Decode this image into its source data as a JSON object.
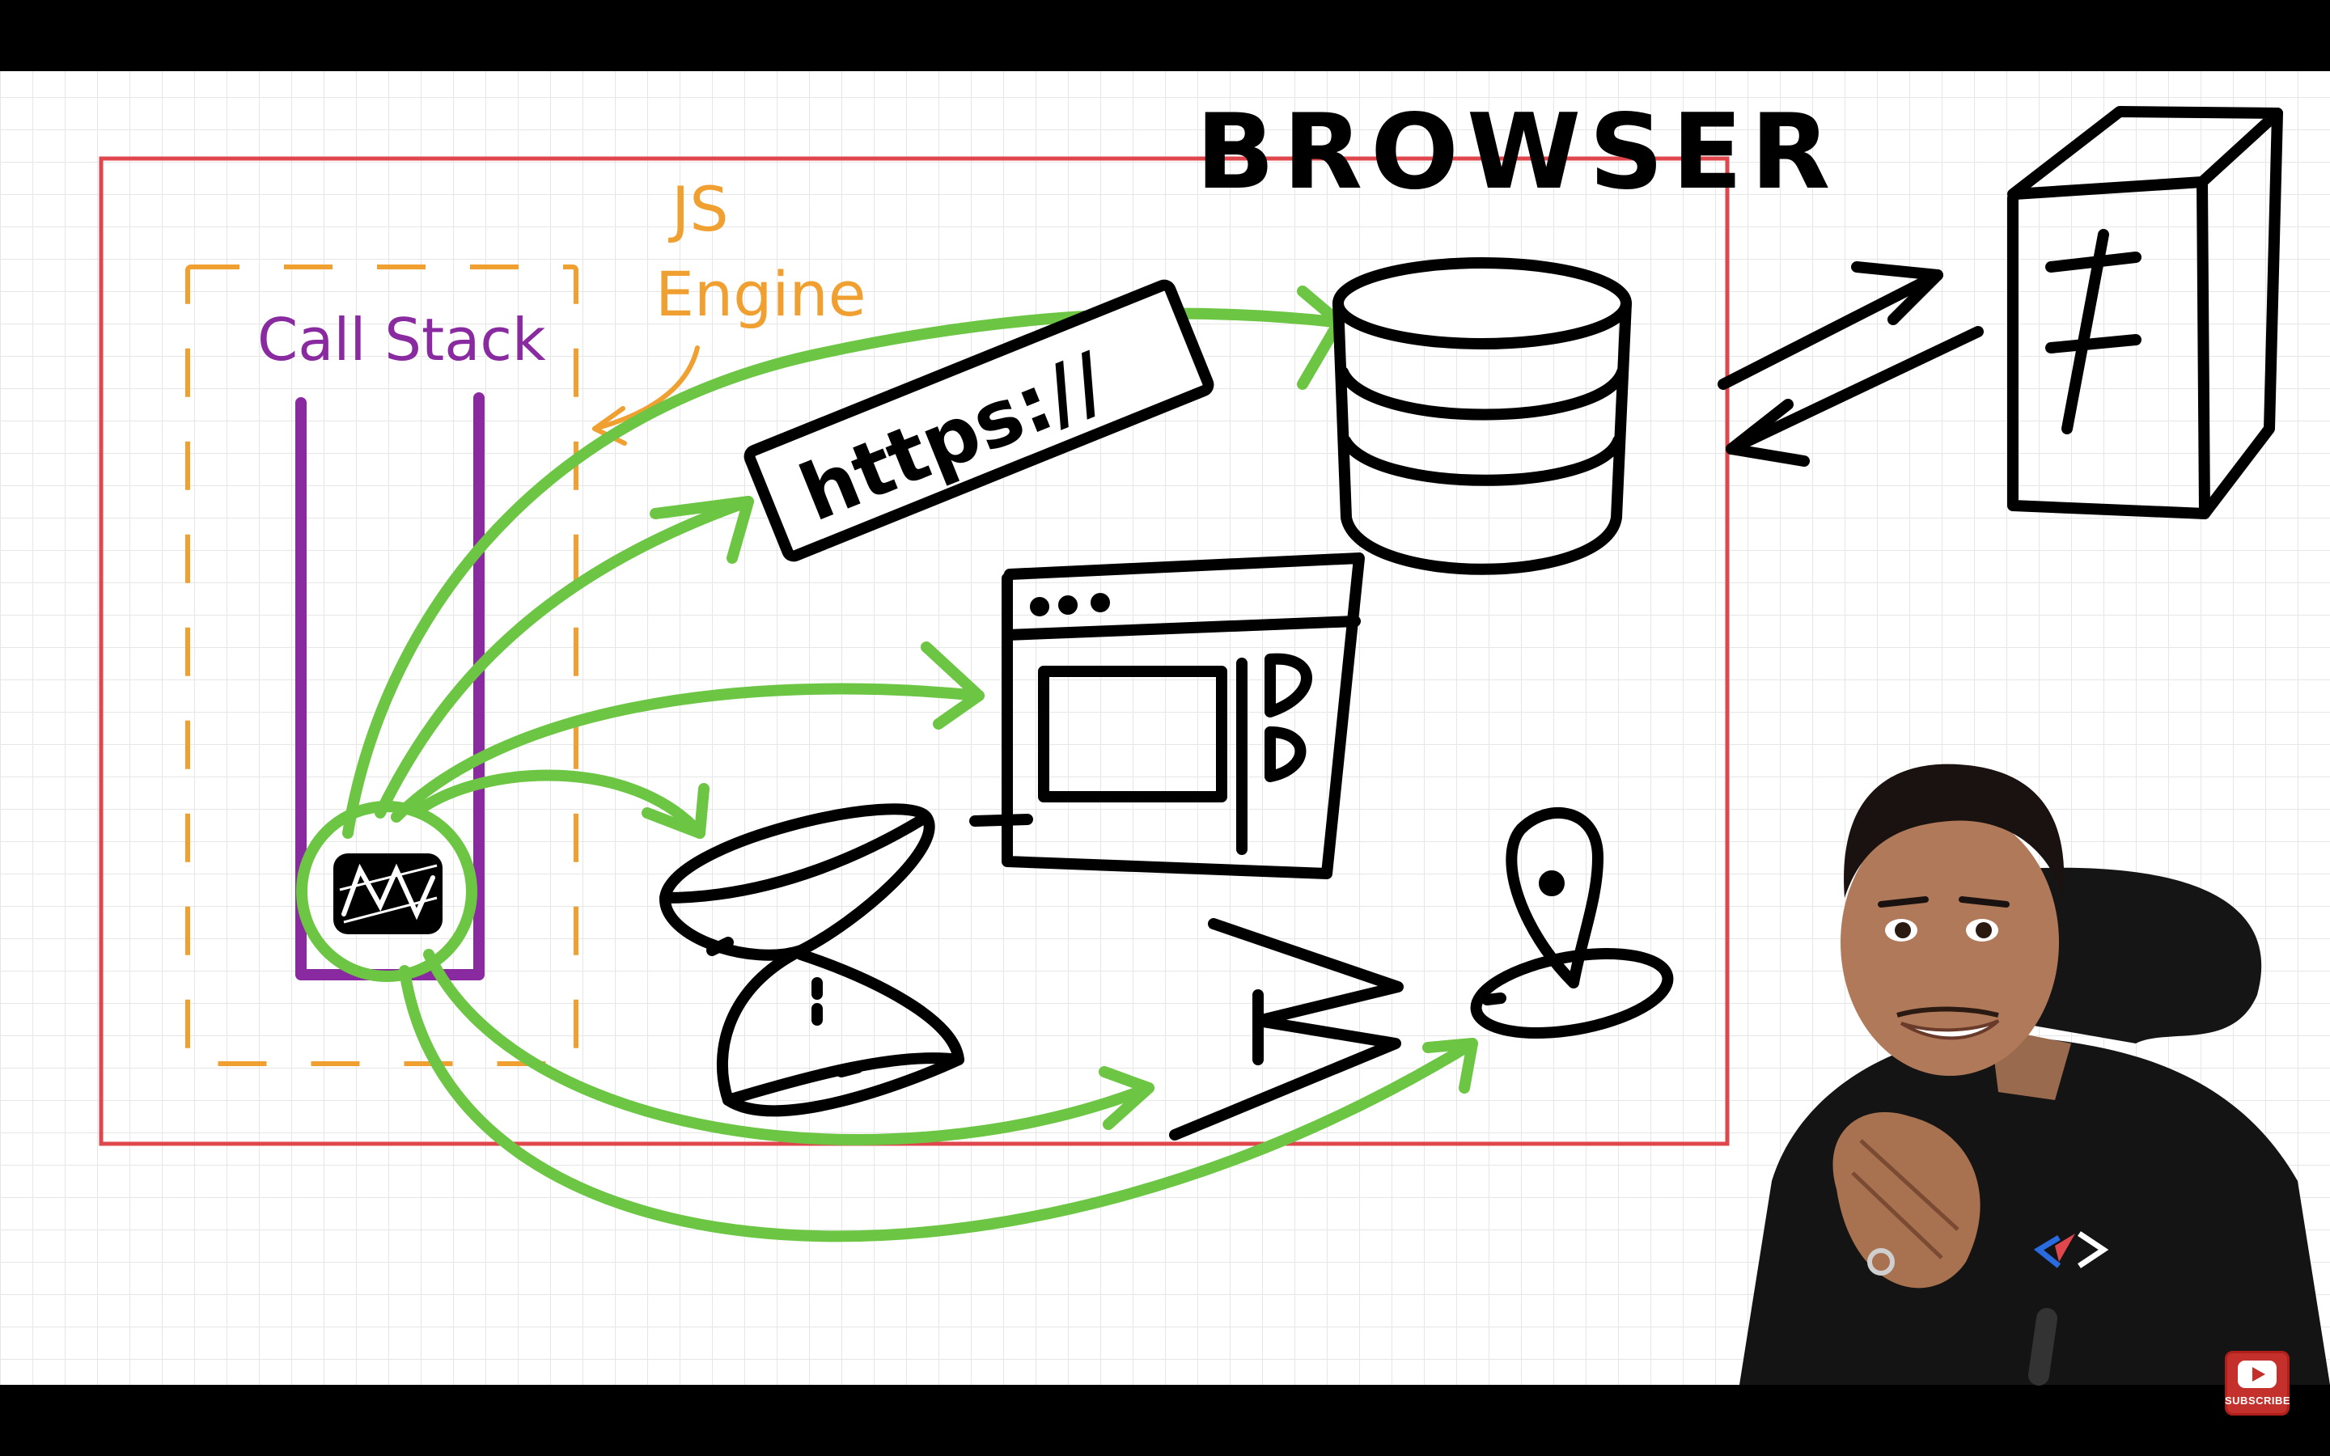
{
  "diagram": {
    "browser_label": "BROWSER",
    "engine_label_line1": "JS",
    "engine_label_line2": "Engine",
    "call_stack_label": "Call Stack",
    "url_label": "https://",
    "colors": {
      "browser_border": "#e0474c",
      "engine_border": "#f0a030",
      "engine_text": "#f0a030",
      "call_stack": "#8a2aa0",
      "arrows": "#6cc644",
      "ink": "#000000",
      "grid": "#e6e6e6",
      "background": "#ffffff"
    },
    "icons": [
      "database-icon",
      "server-icon",
      "web-page-icon",
      "timer-hourglass-icon",
      "console-prompt-icon",
      "location-pin-icon",
      "exchange-arrows-icon",
      "function-frame-icon"
    ]
  },
  "overlay": {
    "subscribe_label": "SUBSCRIBE",
    "presenter": "presenter-video"
  }
}
